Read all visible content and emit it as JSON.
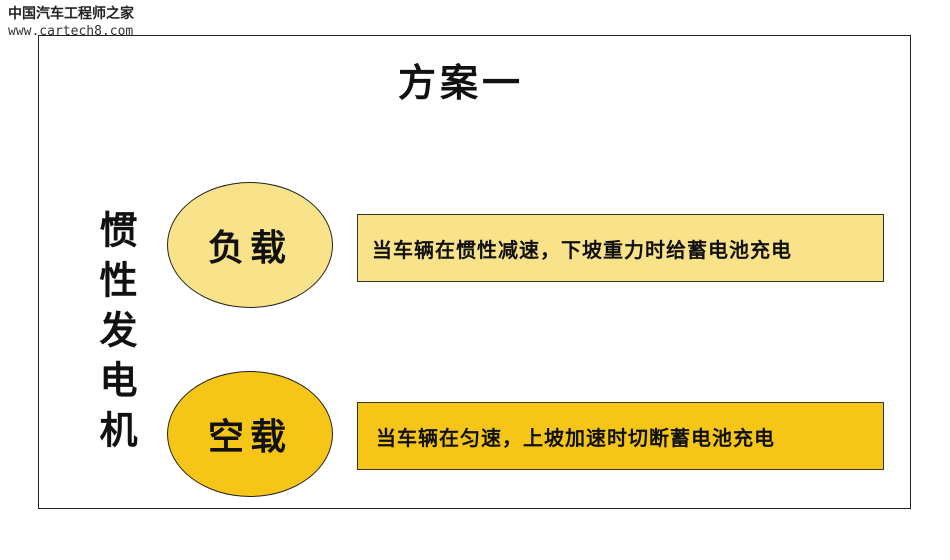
{
  "watermark": {
    "title": "中国汽车工程师之家",
    "url": "www.cartech8.com"
  },
  "slide": {
    "title": "方案一",
    "vertical_label": "惯性发电机",
    "modes": [
      {
        "label": "负载",
        "description": "当车辆在惯性减速，下坡重力时给蓄电池充电",
        "ellipse_color": "#F8E38A",
        "box_color": "#F8E38A"
      },
      {
        "label": "空载",
        "description": "当车辆在匀速，上坡加速时切断蓄电池充电",
        "ellipse_color": "#F5C518",
        "box_color": "#F5C518"
      }
    ]
  }
}
